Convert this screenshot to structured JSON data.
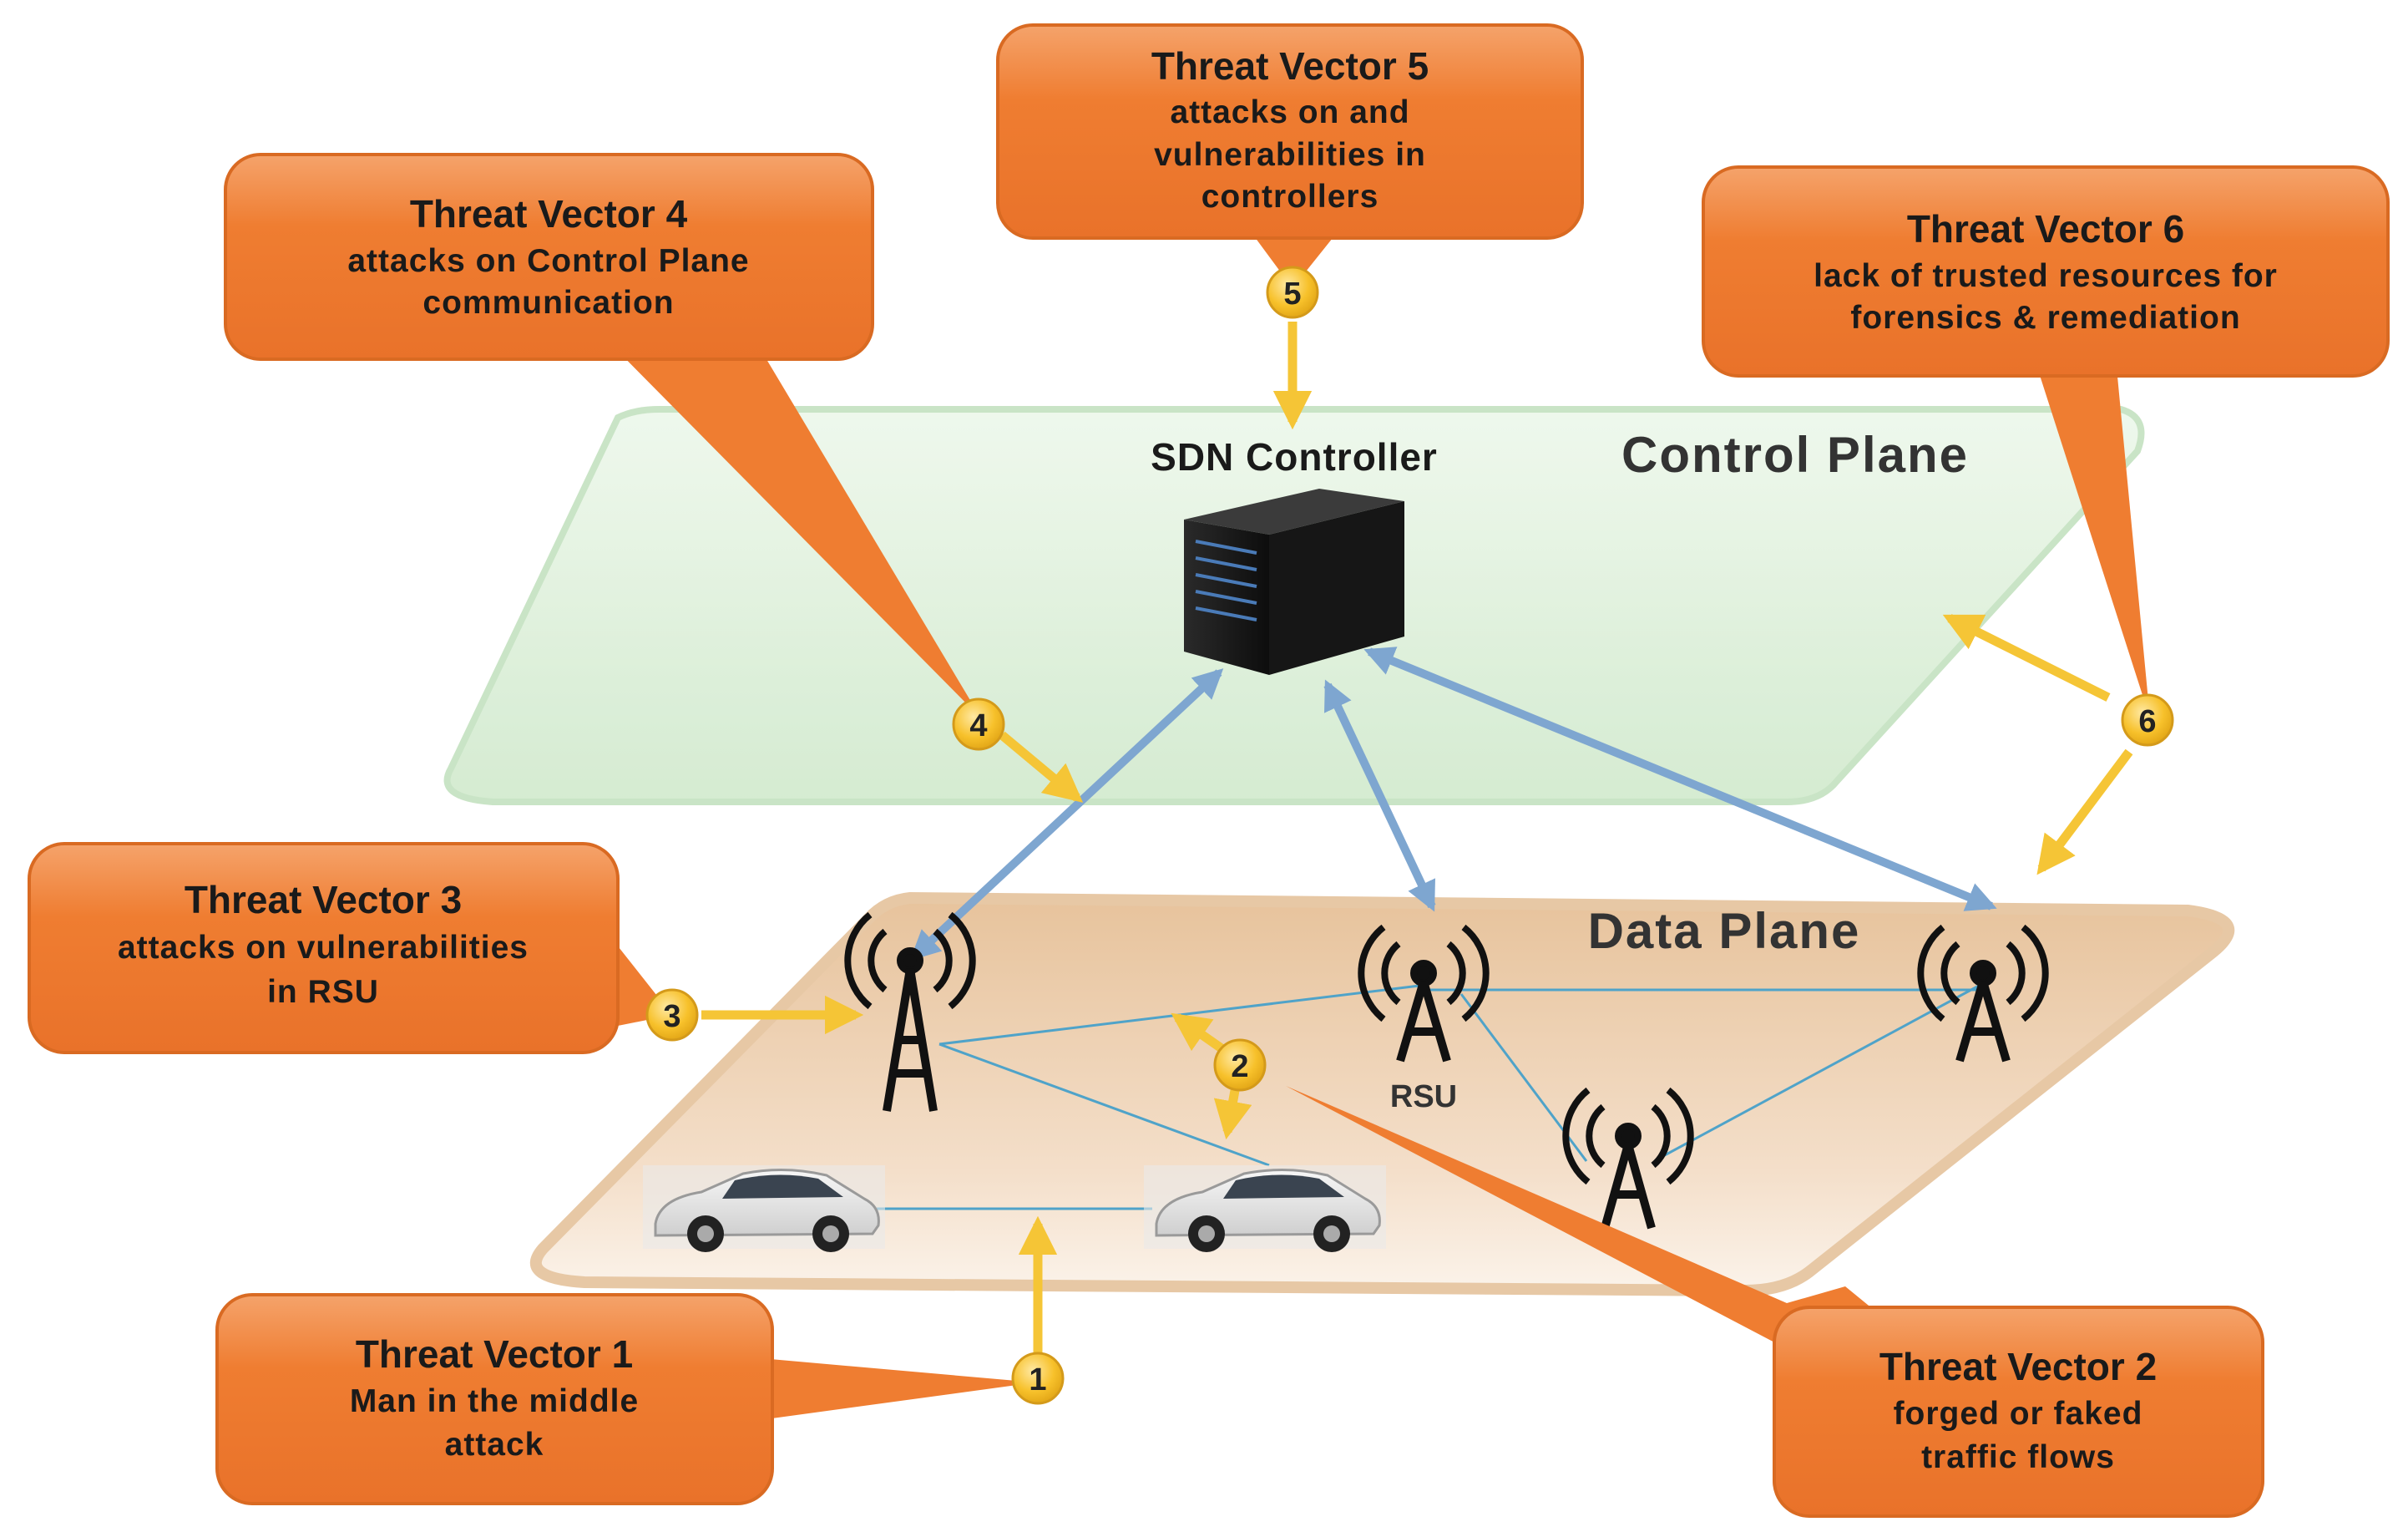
{
  "colors": {
    "callout_fill": "#ef7d31",
    "callout_border": "#d96a22",
    "marker_fill": "#f6c12b",
    "arrow_yellow": "#f5c536",
    "arrow_blue": "#7ea6d0",
    "control_plane": "#dcefd9",
    "data_plane": "#f0d3b3",
    "link_line": "#4fa3c9"
  },
  "planes": {
    "control": {
      "label": "Control Plane"
    },
    "data": {
      "label": "Data Plane"
    }
  },
  "controller": {
    "label": "SDN Controller",
    "icon": "server-icon"
  },
  "rsu_label": "RSU",
  "threats": [
    {
      "number": "1",
      "title": "Threat Vector 1",
      "lines": [
        "Man in the middle",
        "attack"
      ]
    },
    {
      "number": "2",
      "title": "Threat Vector 2",
      "lines": [
        "forged or faked",
        "traffic flows"
      ]
    },
    {
      "number": "3",
      "title": "Threat Vector 3",
      "lines": [
        "attacks on vulnerabilities",
        "in RSU"
      ]
    },
    {
      "number": "4",
      "title": "Threat Vector 4",
      "lines": [
        "attacks on Control Plane",
        "communication"
      ]
    },
    {
      "number": "5",
      "title": "Threat Vector 5",
      "lines": [
        "attacks on and",
        "vulnerabilities in",
        "controllers"
      ]
    },
    {
      "number": "6",
      "title": "Threat Vector 6",
      "lines": [
        "lack of trusted resources for",
        "forensics & remediation"
      ]
    }
  ],
  "icons": [
    "antenna-tower-icon",
    "car-icon",
    "server-icon"
  ]
}
